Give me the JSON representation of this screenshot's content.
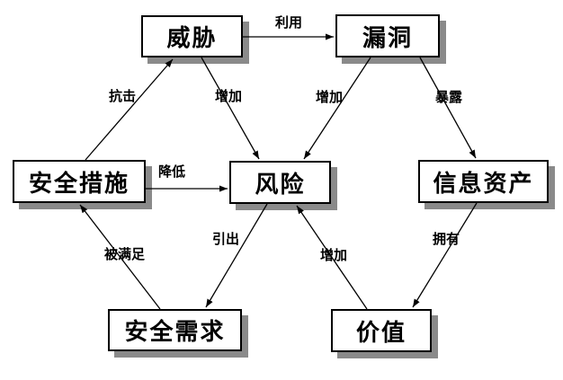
{
  "diagram": {
    "title": "risk-relationship-diagram",
    "nodes": [
      {
        "id": "threat",
        "label": "威胁"
      },
      {
        "id": "vulnerability",
        "label": "漏洞"
      },
      {
        "id": "security-measures",
        "label": "安全措施"
      },
      {
        "id": "risk",
        "label": "风险"
      },
      {
        "id": "information-assets",
        "label": "信息资产"
      },
      {
        "id": "security-requirements",
        "label": "安全需求"
      },
      {
        "id": "value",
        "label": "价值"
      }
    ],
    "edges": [
      {
        "from": "threat",
        "to": "vulnerability",
        "label": "利用"
      },
      {
        "from": "security-measures",
        "to": "threat",
        "label": "抗击"
      },
      {
        "from": "threat",
        "to": "risk",
        "label": "增加"
      },
      {
        "from": "vulnerability",
        "to": "risk",
        "label": "增加"
      },
      {
        "from": "vulnerability",
        "to": "information-assets",
        "label": "暴露"
      },
      {
        "from": "security-measures",
        "to": "risk",
        "label": "降低"
      },
      {
        "from": "risk",
        "to": "security-requirements",
        "label": "引出"
      },
      {
        "from": "security-requirements",
        "to": "security-measures",
        "label": "被满足"
      },
      {
        "from": "value",
        "to": "risk",
        "label": "增加"
      },
      {
        "from": "information-assets",
        "to": "value",
        "label": "拥有"
      }
    ],
    "colors": {
      "background": "#ffffff",
      "box_fill": "#ffffff",
      "box_border": "#000000",
      "box_shadow": "#8a8a8a",
      "line": "#000000",
      "text": "#000000"
    }
  }
}
